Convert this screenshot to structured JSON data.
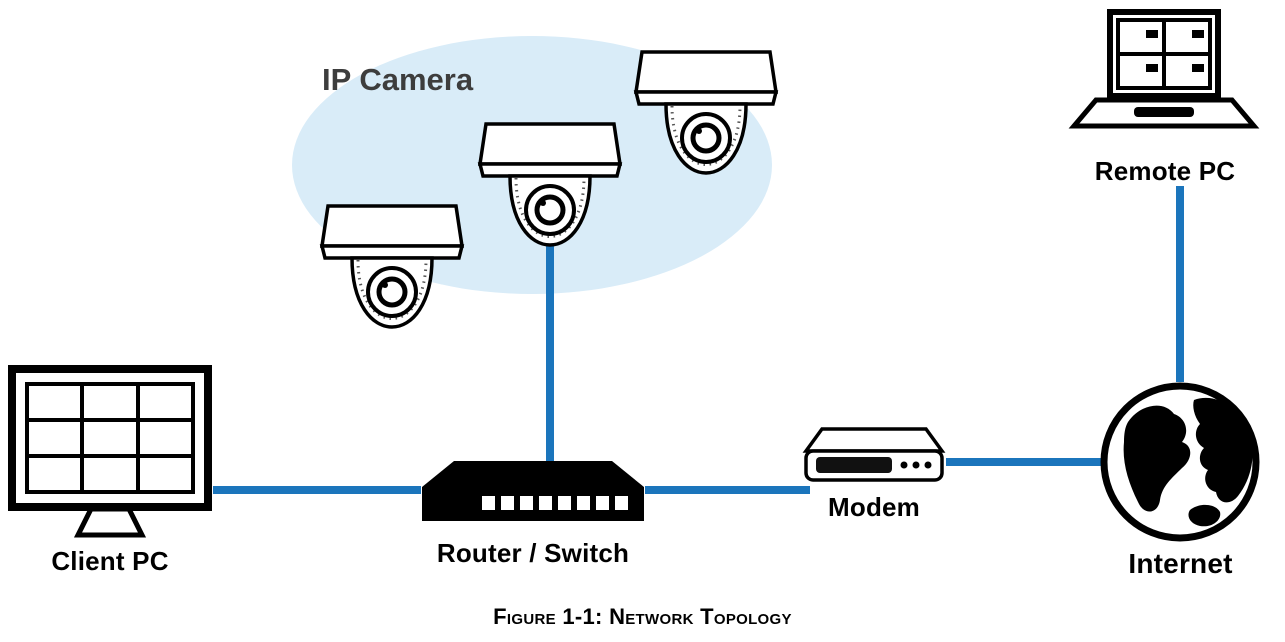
{
  "diagram": {
    "caption": "Figure 1-1: Network Topology",
    "group": {
      "label": "IP Camera"
    },
    "nodes": {
      "client_pc": {
        "label": "Client PC"
      },
      "router": {
        "label": "Router / Switch"
      },
      "modem": {
        "label": "Modem"
      },
      "internet": {
        "label": "Internet"
      },
      "remote_pc": {
        "label": "Remote PC"
      }
    },
    "connections": [
      "client_pc-router",
      "ip_camera-router",
      "router-modem",
      "modem-internet",
      "internet-remote_pc"
    ],
    "colors": {
      "connection_line": "#1b75bc",
      "camera_group_background": "#d9ecf8",
      "device_outline": "#000000",
      "label_text": "#000000",
      "group_label_text": "#3d3d3d"
    }
  }
}
